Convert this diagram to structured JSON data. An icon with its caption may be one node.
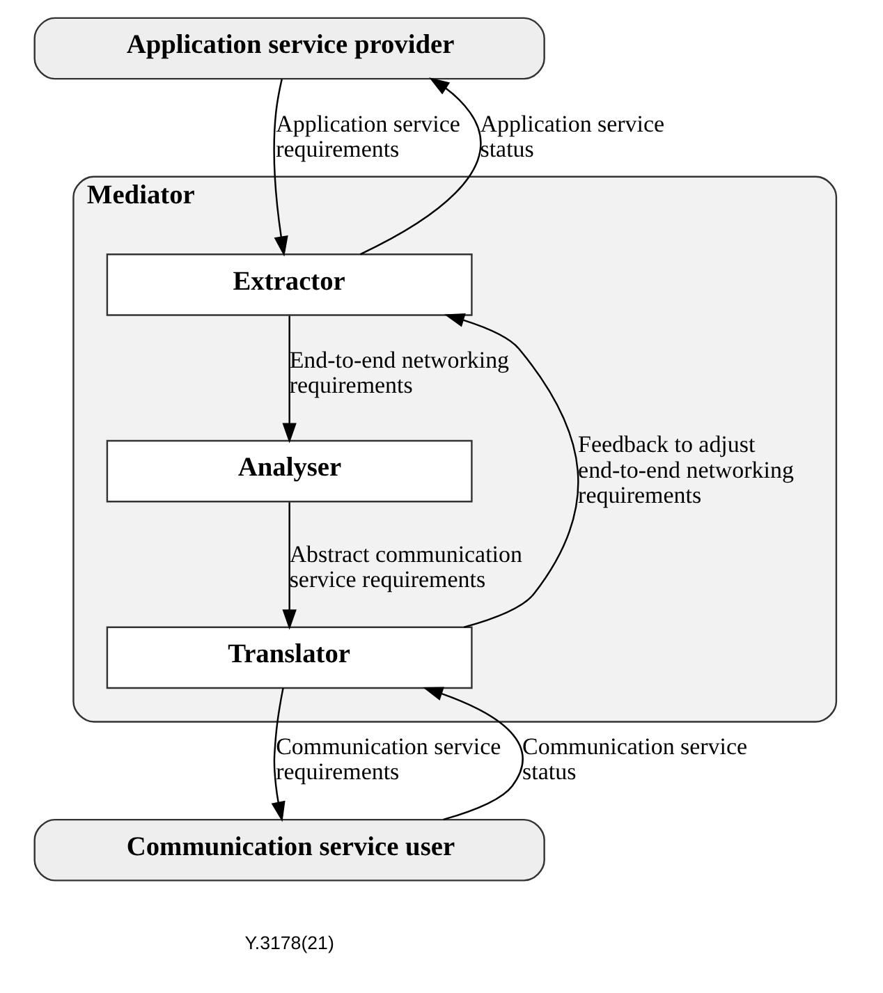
{
  "diagram": {
    "nodes": [
      {
        "text": [
          "Application service provider"
        ]
      },
      {
        "text": [
          "Mediator"
        ]
      },
      {
        "text": [
          "Extractor"
        ],
        "in": 1
      },
      {
        "text": [
          "Analyser"
        ],
        "in": 1
      },
      {
        "text": [
          "Translator"
        ],
        "in": 1
      },
      {
        "text": [
          "Communication service user"
        ]
      }
    ],
    "edges": [
      {
        "from": 2,
        "to": 0,
        "arrow": "to",
        "label": "Application service status"
      },
      {
        "from": 0,
        "to": 2,
        "arrow": "to",
        "label": "Application service requirements"
      },
      {
        "from": 2,
        "to": 3,
        "arrow": "to",
        "label": "End-to-end networking requirements"
      },
      {
        "from": 3,
        "to": 4,
        "arrow": "to",
        "label": "Abstract communication service requirements"
      },
      {
        "from": 4,
        "to": 2,
        "arrow": "to",
        "label": "Feedback to adjust end-to-end networking requirements"
      },
      {
        "from": 5,
        "to": 4,
        "arrow": "to",
        "label": "Communication service status"
      },
      {
        "from": 4,
        "to": 5,
        "arrow": "to",
        "label": "Communication service requirements"
      }
    ],
    "labels": [
      "Y.3178(21)"
    ]
  }
}
